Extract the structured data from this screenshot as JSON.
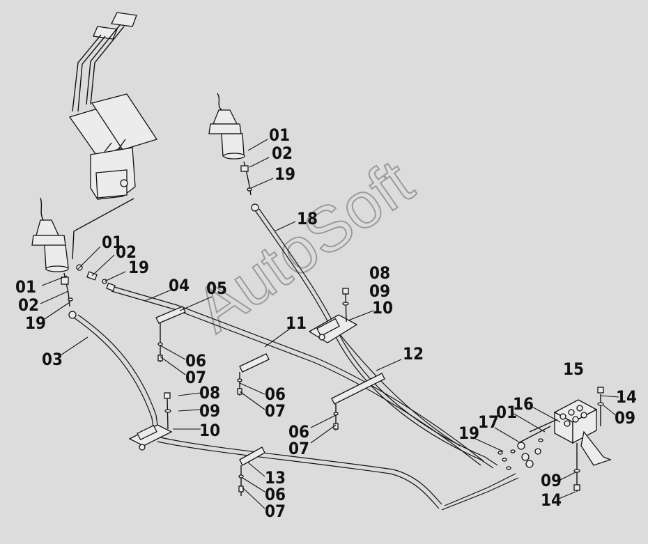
{
  "watermark": "AutoSoft",
  "labels": {
    "l01_top": "01",
    "l02_top": "02",
    "l19_top": "19",
    "l18": "18",
    "l01_mid": "01",
    "l02_mid": "02",
    "l19_mid": "19",
    "l01_left": "01",
    "l02_left": "02",
    "l19_left": "19",
    "l03": "03",
    "l04": "04",
    "l05": "05",
    "l08_a": "08",
    "l09_a": "09",
    "l10_a": "10",
    "l11": "11",
    "l12": "12",
    "l06_a": "06",
    "l07_a": "07",
    "l06_b": "06",
    "l07_b": "07",
    "l06_c": "06",
    "l07_c": "07",
    "l08_b": "08",
    "l09_b": "09",
    "l10_b": "10",
    "l13": "13",
    "l06_d": "06",
    "l07_d": "07",
    "l15": "15",
    "l14_a": "14",
    "l09_c": "09",
    "l16": "16",
    "l01_r": "01",
    "l17": "17",
    "l19_r": "19",
    "l09_d": "09",
    "l14_b": "14"
  }
}
